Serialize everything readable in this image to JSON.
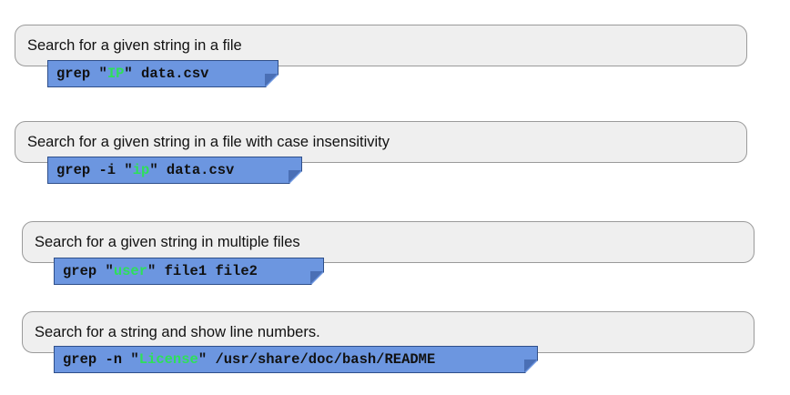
{
  "colors": {
    "card_background": "#efefef",
    "card_border": "#9a9a9a",
    "command_background": "#6c96e0",
    "command_border": "#2f4f8a",
    "string_highlight": "#2ee05a"
  },
  "examples": [
    {
      "description": "Search for a given string in a file",
      "command_prefix": "grep \"",
      "search_string": "IP",
      "command_suffix": "\" data.csv"
    },
    {
      "description": "Search for a given string in a file with case insensitivity",
      "command_prefix": "grep -i \"",
      "search_string": "ip",
      "command_suffix": "\" data.csv"
    },
    {
      "description": "Search for a given string in multiple files",
      "command_prefix": "grep \"",
      "search_string": "user",
      "command_suffix": "\" file1 file2"
    },
    {
      "description": "Search for a string and show line numbers.",
      "command_prefix": "grep -n \"",
      "search_string": "License",
      "command_suffix": "\" /usr/share/doc/bash/README"
    }
  ]
}
